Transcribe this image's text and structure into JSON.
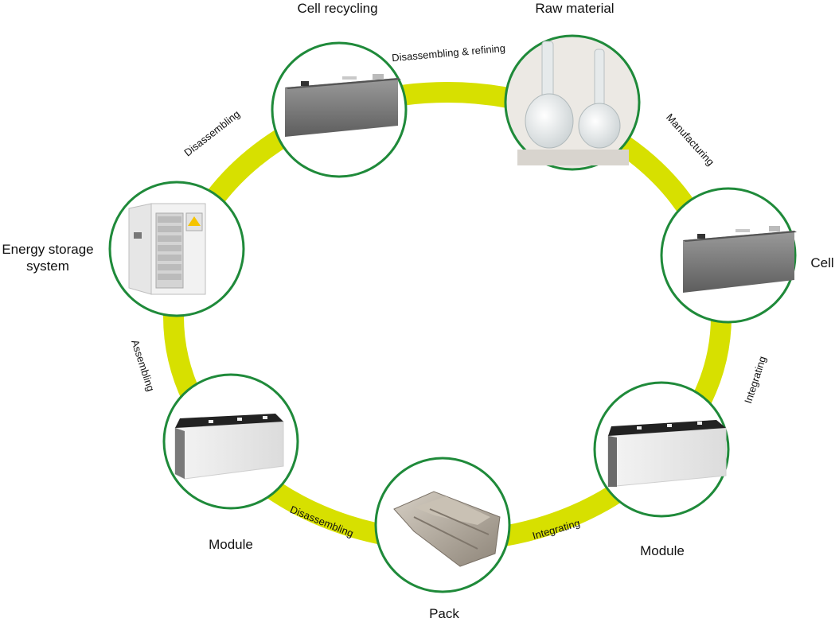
{
  "colors": {
    "ring": "#d7e000",
    "node_border": "#1f8a3a",
    "text": "#111111"
  },
  "nodes": {
    "cell_recycling": {
      "label": "Cell recycling",
      "icon": "battery-cell-image"
    },
    "raw_material": {
      "label": "Raw material",
      "icon": "flask-image"
    },
    "cell": {
      "label": "Cell",
      "icon": "battery-cell-image"
    },
    "module_right": {
      "label": "Module",
      "icon": "battery-module-image"
    },
    "pack": {
      "label": "Pack",
      "icon": "battery-pack-image"
    },
    "module_left": {
      "label": "Module",
      "icon": "battery-module-image"
    },
    "energy_storage": {
      "label": "Energy storage\nsystem",
      "icon": "storage-cabinet-image"
    }
  },
  "edges": {
    "disassembling_refining": "Disassembling & refining",
    "manufacturing": "Manufacturing",
    "integrating_right": "Integrating",
    "integrating_bottom": "Integrating",
    "disassembling_bottom": "Disassembling",
    "assembling": "Assembling",
    "disassembling_left": "Disassembling"
  }
}
